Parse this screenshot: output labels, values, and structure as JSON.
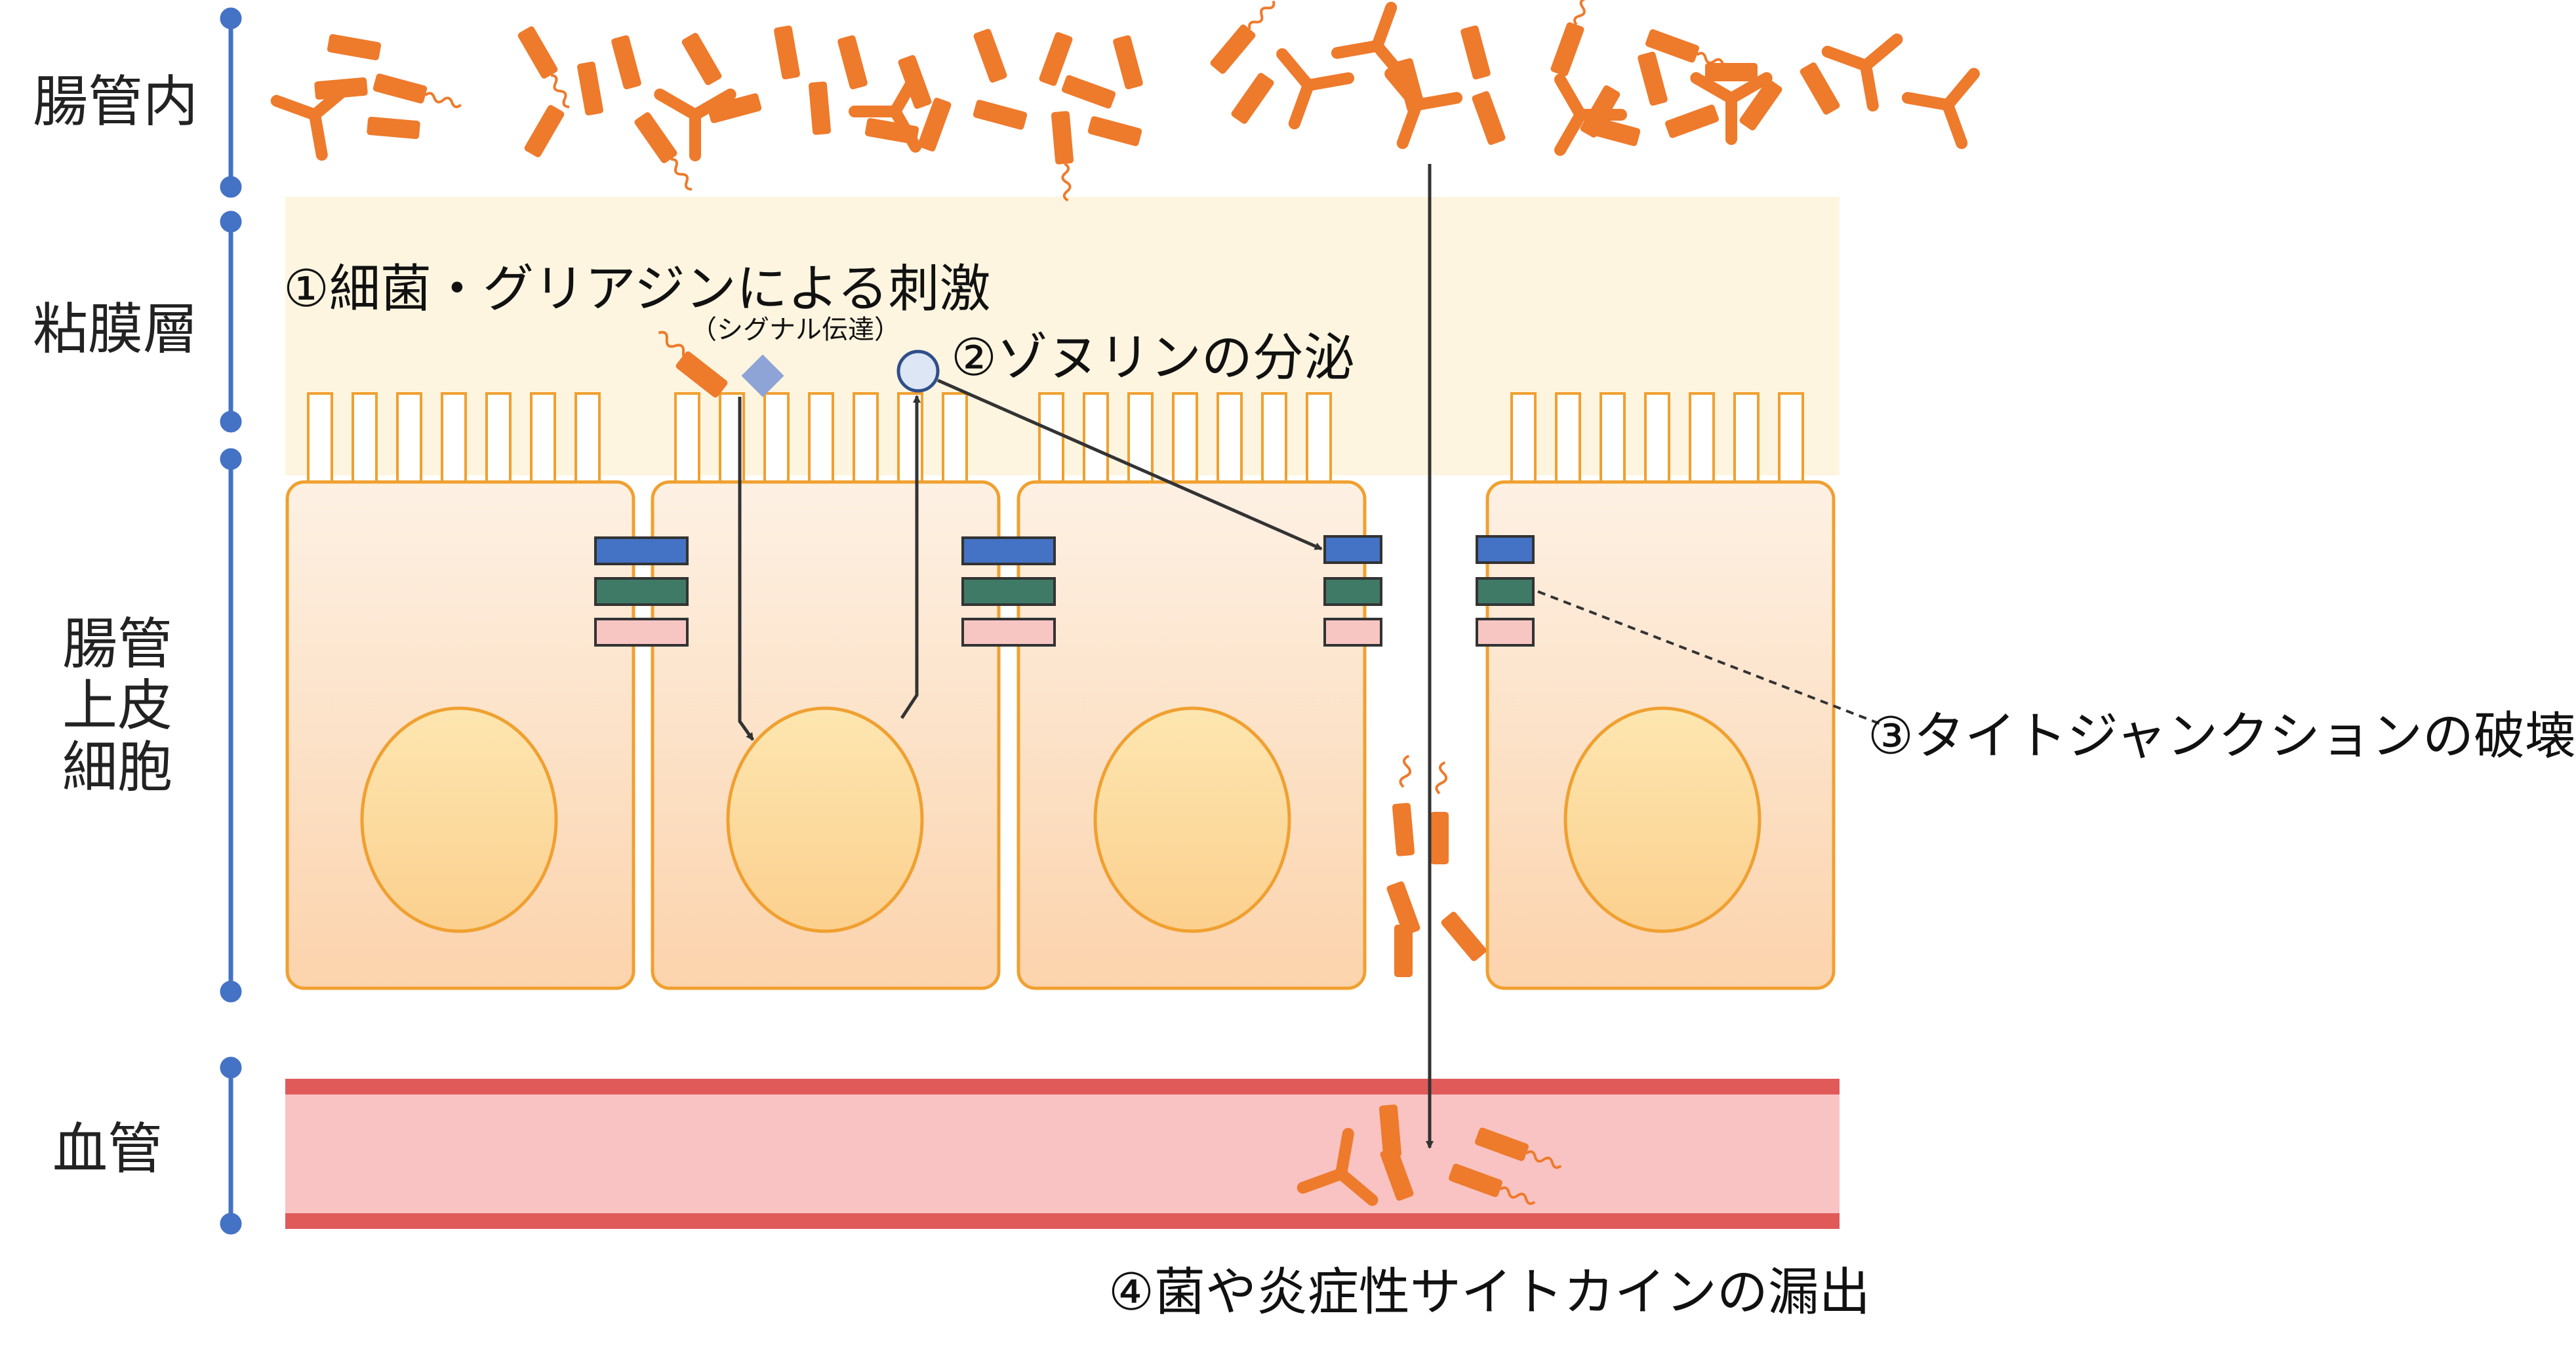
{
  "layers": {
    "lumen": "腸管内",
    "mucus": "粘膜層",
    "epithelium": "腸管\n上皮\n細胞",
    "vessel": "血管"
  },
  "steps": {
    "stimulus": "①細菌・グリアジンによる刺激",
    "signal": "（シグナル伝達）",
    "zonulin": "②ゾヌリンの分泌",
    "tight_junction": "③タイトジャンクションの破壊",
    "leak": "④菌や炎症性サイトカインの漏出"
  },
  "colors": {
    "bacteria": "#ee7a2c",
    "cell_border": "#f0a030",
    "cell_fill_top": "#fdf0e2",
    "cell_fill_bottom": "#fcd6b0",
    "nucleus_fill": "#fde2a6",
    "mucus": "#fdf5e0",
    "axis": "#4472c4",
    "junction_blue": "#4472c4",
    "junction_green": "#3f7a66",
    "junction_pink": "#f7c6c3",
    "vessel_wall": "#e05a5a",
    "vessel_fill": "#f9c3c3",
    "gliadin": "#8ea4d6"
  }
}
